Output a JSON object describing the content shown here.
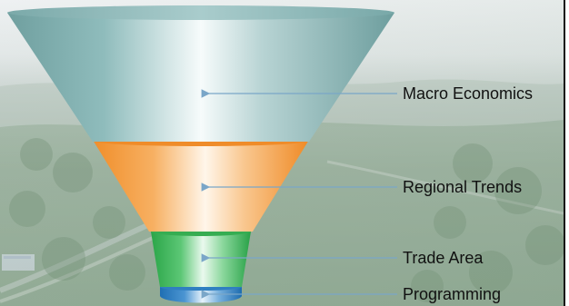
{
  "diagram": {
    "type": "funnel",
    "stages": [
      {
        "id": "macro-economics",
        "label": "Macro Economics",
        "color": "#7fb3b3"
      },
      {
        "id": "regional-trends",
        "label": "Regional Trends",
        "color": "#f5a04a"
      },
      {
        "id": "trade-area",
        "label": "Trade Area",
        "color": "#3fb45a"
      },
      {
        "id": "programming",
        "label": "Programming",
        "color": "#2f7fc1"
      }
    ],
    "background": "aerial photo of treetops and roads under a hazy sky",
    "arrow_color": "#7aa6c8"
  }
}
